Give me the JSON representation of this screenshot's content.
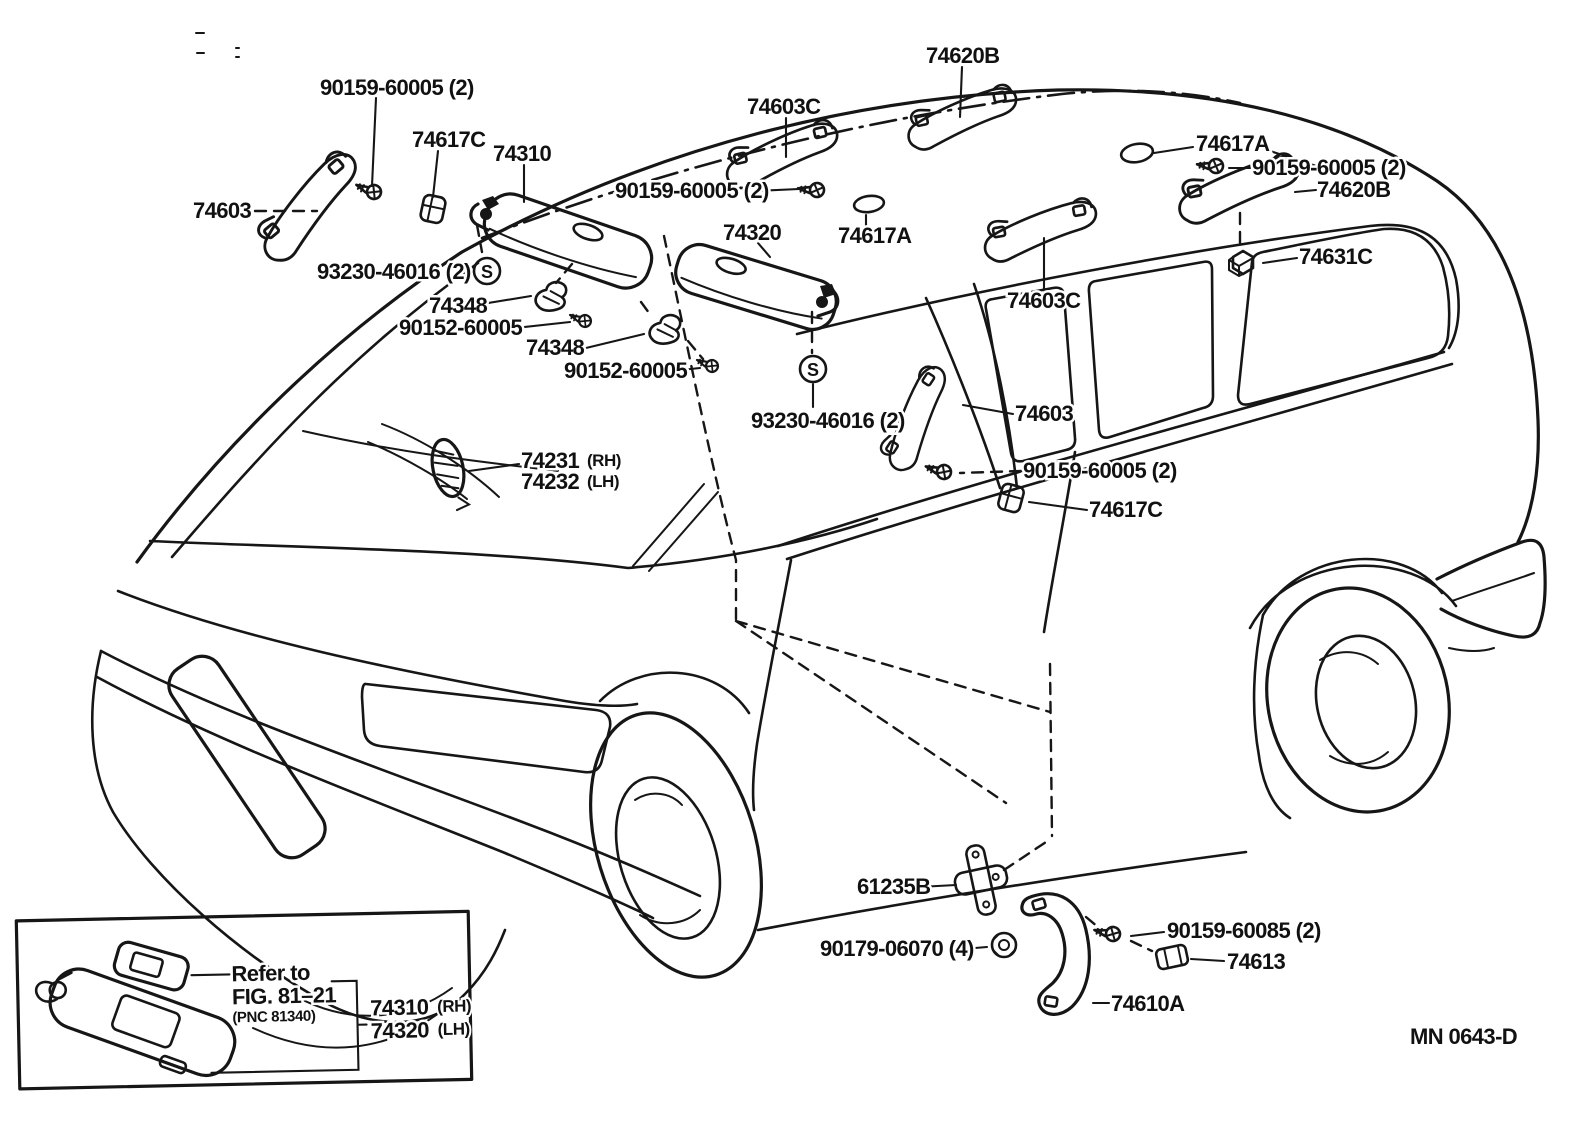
{
  "figure": {
    "type": "parts-diagram",
    "subject": "van interior armrest, visor and assist grip parts",
    "code": "MN 0643-D",
    "line_color": "#161616",
    "background": "#ffffff"
  },
  "parts": {
    "p90159_60005": "90159-60005 (2)",
    "p90159_60085": "90159-60085 (2)",
    "p90152_60005": "90152-60005",
    "p90179_06070": "90179-06070 (4)",
    "p93230_46016": "93230-46016 (2)",
    "p74617C": "74617C",
    "p74617A": "74617A",
    "p74310": "74310",
    "p74320": "74320",
    "p74603": "74603",
    "p74603C": "74603C",
    "p74620B": "74620B",
    "p74631C": "74631C",
    "p74348": "74348",
    "p74231": "74231",
    "p74232": "74232",
    "p74610A": "74610A",
    "p74613": "74613",
    "p61235B": "61235B",
    "rh": "(RH)",
    "lh": "(LH)"
  },
  "symbols": {
    "standard_part": "S"
  },
  "inset": {
    "refer_line1": "Refer to",
    "refer_line2": "FIG. 81–21",
    "refer_line3": "(PNC 81340)"
  }
}
